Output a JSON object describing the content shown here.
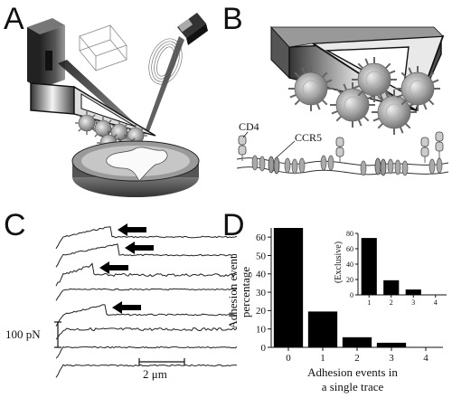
{
  "figure": {
    "panels": {
      "a": {
        "letter": "A"
      },
      "b": {
        "letter": "B",
        "labels": {
          "cd4": "CD4",
          "ccr5": "CCR5"
        }
      },
      "c": {
        "letter": "C",
        "force_scale": "100 pN",
        "distance_scale": "2 μm",
        "traces_with_event_arrows": [
          1,
          2,
          3,
          5
        ]
      },
      "d": {
        "letter": "D"
      }
    },
    "colors": {
      "ink": "#111111",
      "gray": "#7a7a7a",
      "light_gray": "#cfcfcf",
      "bar": "#000000"
    }
  },
  "chart_data": [
    {
      "type": "bar",
      "categories": [
        "0",
        "1",
        "2",
        "3",
        "4"
      ],
      "values": [
        65,
        19.5,
        5.5,
        2.5,
        0
      ],
      "ylabel": "Adhesion event percentage",
      "xlabel": "Adhesion events in a single trace",
      "ylim": [
        0,
        65
      ],
      "yticks": [
        0,
        10,
        20,
        30,
        40,
        50,
        60
      ],
      "grid": false
    },
    {
      "type": "bar",
      "categories": [
        "1",
        "2",
        "3",
        "4"
      ],
      "values": [
        74,
        19,
        7,
        0
      ],
      "ylabel": "(Exclusive)",
      "ylim": [
        0,
        80
      ],
      "yticks": [
        0,
        20,
        40,
        60,
        80
      ],
      "grid": false
    }
  ]
}
